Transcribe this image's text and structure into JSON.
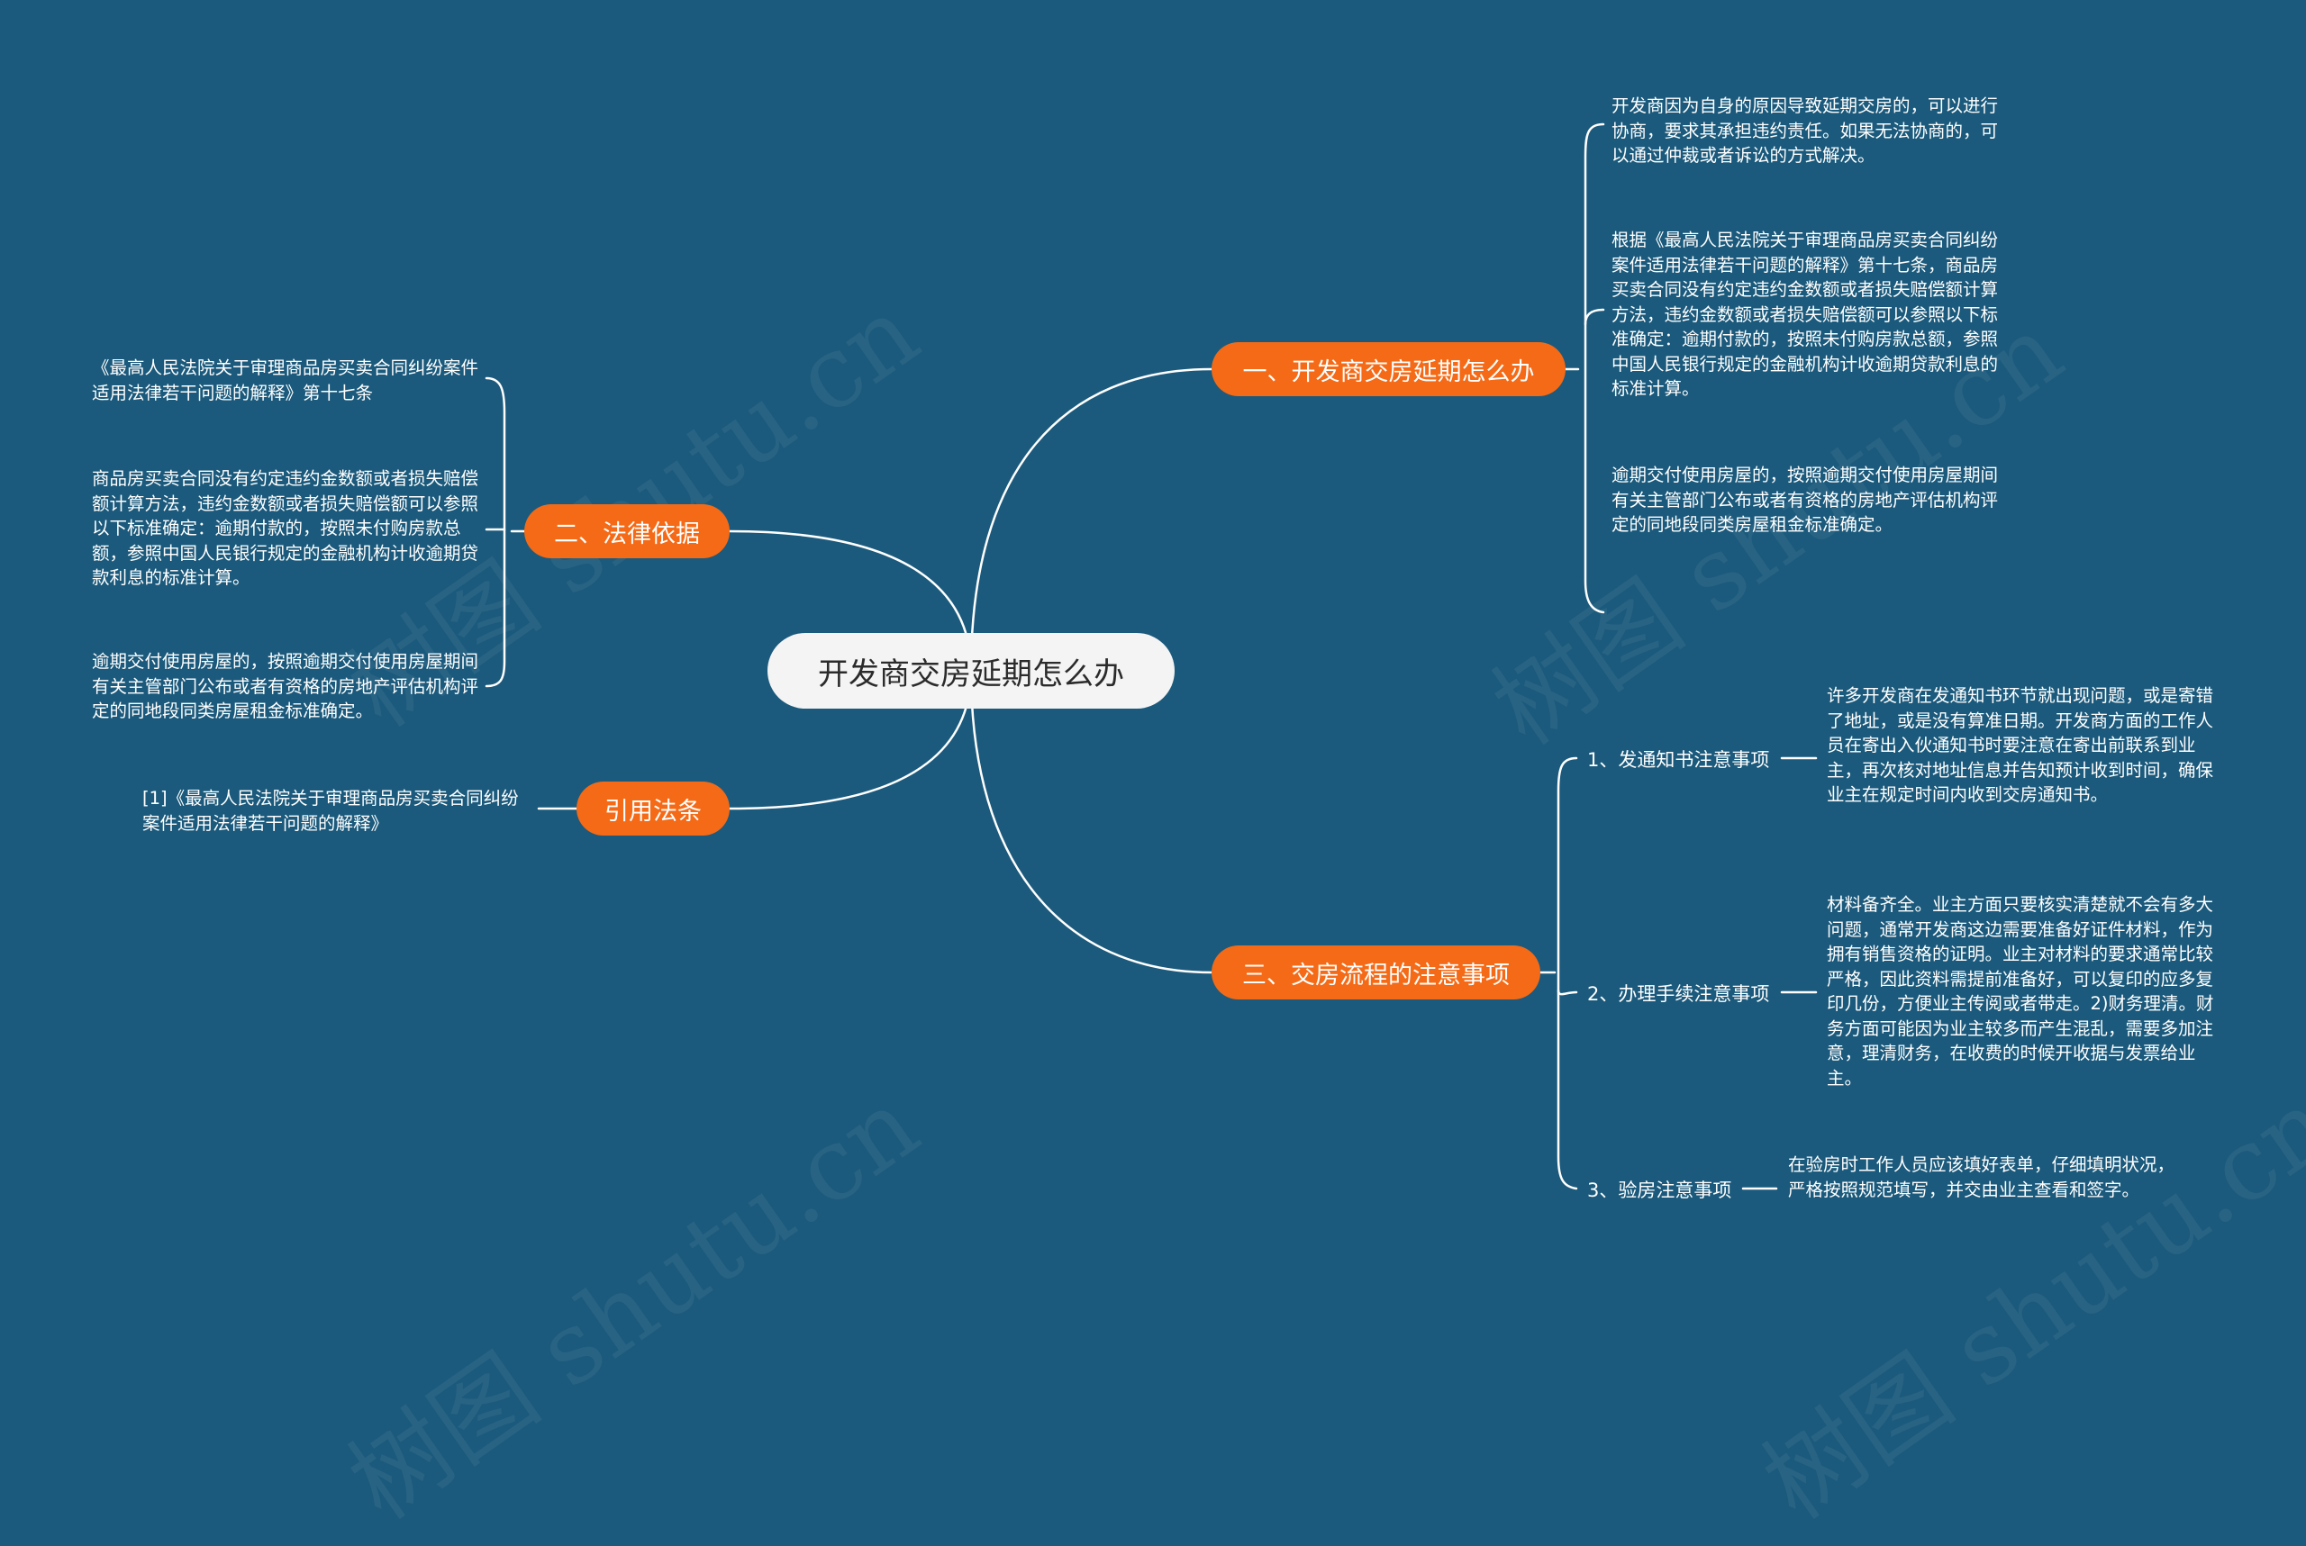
{
  "root": {
    "label": "开发商交房延期怎么办"
  },
  "branches": {
    "b1": {
      "label": "一、开发商交房延期怎么办",
      "leaves": [
        "开发商因为自身的原因导致延期交房的，可以进行协商，要求其承担违约责任。如果无法协商的，可以通过仲裁或者诉讼的方式解决。",
        "根据《最高人民法院关于审理商品房买卖合同纠纷案件适用法律若干问题的解释》第十七条，商品房买卖合同没有约定违约金数额或者损失赔偿额计算方法，违约金数额或者损失赔偿额可以参照以下标准确定：逾期付款的，按照未付购房款总额，参照中国人民银行规定的金融机构计收逾期贷款利息的标准计算。",
        "逾期交付使用房屋的，按照逾期交付使用房屋期间有关主管部门公布或者有资格的房地产评估机构评定的同地段同类房屋租金标准确定。"
      ]
    },
    "b2": {
      "label": "二、法律依据",
      "leaves": [
        "《最高人民法院关于审理商品房买卖合同纠纷案件适用法律若干问题的解释》第十七条",
        "商品房买卖合同没有约定违约金数额或者损失赔偿额计算方法，违约金数额或者损失赔偿额可以参照以下标准确定：逾期付款的，按照未付购房款总额，参照中国人民银行规定的金融机构计收逾期贷款利息的标准计算。",
        "逾期交付使用房屋的，按照逾期交付使用房屋期间有关主管部门公布或者有资格的房地产评估机构评定的同地段同类房屋租金标准确定。"
      ]
    },
    "b3": {
      "label": "三、交房流程的注意事项",
      "subs": [
        {
          "label": "1、发通知书注意事项",
          "leaf": "许多开发商在发通知书环节就出现问题，或是寄错了地址，或是没有算准日期。开发商方面的工作人员在寄出入伙通知书时要注意在寄出前联系到业主，再次核对地址信息并告知预计收到时间，确保业主在规定时间内收到交房通知书。"
        },
        {
          "label": "2、办理手续注意事项",
          "leaf": "材料备齐全。业主方面只要核实清楚就不会有多大问题，通常开发商这边需要准备好证件材料，作为拥有销售资格的证明。业主对材料的要求通常比较严格，因此资料需提前准备好，可以复印的应多复印几份，方便业主传阅或者带走。2)财务理清。财务方面可能因为业主较多而产生混乱，需要多加注意，理清财务，在收费的时候开收据与发票给业主。"
        },
        {
          "label": "3、验房注意事项",
          "leaf": "在验房时工作人员应该填好表单，仔细填明状况，严格按照规范填写，并交由业主查看和签字。"
        }
      ]
    },
    "b4": {
      "label": "引用法条",
      "leaves": [
        "[1]《最高人民法院关于审理商品房买卖合同纠纷案件适用法律若干问题的解释》"
      ]
    }
  },
  "colors": {
    "background": "#1b5a7c",
    "branch": "#f46a16",
    "root": "#f4f4f4",
    "line": "#ffffff"
  }
}
